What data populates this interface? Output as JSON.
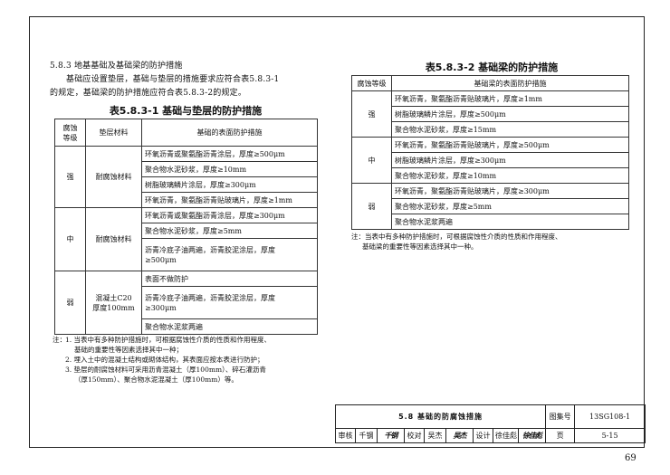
{
  "section": {
    "heading": "5.8.3 地基基础及基础梁的防护措施",
    "para_line1": "基础应设置垫层，基础与垫层的措施要求应符合表5.8.3-1",
    "para_line2": "的规定，基础梁的防护措施应符合表5.8.3-2的规定。"
  },
  "table1": {
    "title": "表5.8.3-1 基础与垫层的防护措施",
    "header": {
      "level_l1": "腐蚀",
      "level_l2": "等级",
      "material": "垫层材料",
      "measure": "基础的表面防护措施"
    },
    "strong": {
      "level": "强",
      "material": "耐腐蚀材料",
      "items": [
        "环氧沥青或聚氨酯沥青涂层，厚度≥500μm",
        "聚合物水泥砂浆，厚度≥10mm",
        "树脂玻璃鳞片涂层，厚度≥300μm",
        "环氧沥青，聚氨酯沥青贴玻璃片，厚度≥1mm"
      ]
    },
    "medium": {
      "level": "中",
      "material": "耐腐蚀材料",
      "items": [
        "环氧沥青或聚氨酯沥青涂层，厚度≥300μm",
        "聚合物水泥砂浆，厚度≥5mm"
      ],
      "item3_l1": "沥青冷底子油两遍，沥青胶泥涂层，厚度",
      "item3_l2": "≥500μm"
    },
    "weak": {
      "level": "弱",
      "material_l1": "混凝土C20",
      "material_l2": "厚度100mm",
      "item1": "表面不做防护",
      "item2_l1": "沥青冷底子油两遍，沥青胶泥涂层，厚度",
      "item2_l2": "≥300μm",
      "item3": "聚合物水泥浆两遍"
    }
  },
  "notes1": {
    "label": "注：",
    "lines": [
      "1. 当表中有多种防护措施时，可根据腐蚀性介质的性质和作用程度、",
      "   基础的重要性等因素选择其中一种；",
      "2. 埋入土中的混凝土结构或砌体结构，其表面应按本表进行防护；",
      "3. 垫层的耐腐蚀材料可采用沥青混凝土（厚100mm）、碎石灌沥青",
      "   （厚150mm）、聚合物水泥混凝土（厚100mm）等。"
    ]
  },
  "table2": {
    "title": "表5.8.3-2 基础梁的防护措施",
    "header": {
      "level": "腐蚀等级",
      "measure": "基础梁的表面防护措施"
    },
    "strong": {
      "level": "强",
      "items": [
        "环氧沥青，聚氨酯沥青贴玻璃片，厚度≥1mm",
        "树脂玻璃鳞片涂层，厚度≥500μm",
        "聚合物水泥砂浆，厚度≥15mm"
      ]
    },
    "medium": {
      "level": "中",
      "items": [
        "环氧沥青，聚氨酯沥青贴玻璃片，厚度≥500μm",
        "树脂玻璃鳞片涂层，厚度≥300μm",
        "聚合物水泥砂浆，厚度≥10mm"
      ]
    },
    "weak": {
      "level": "弱",
      "items": [
        "环氧沥青，聚氨酯沥青贴玻璃片，厚度≥300μm",
        "聚合物水泥砂浆，厚度≥5mm",
        "聚合物水泥浆两遍"
      ]
    }
  },
  "notes2": {
    "line1": "注：当表中有多种防护措施时，可根据腐蚀性介质的性质和作用程度、",
    "line2": "基础梁的重要性等因素选择其中一种。"
  },
  "footer": {
    "title": "5.8 基础的防腐蚀措施",
    "atlas_label": "图集号",
    "atlas_no": "13SG108-1",
    "review_label": "审核",
    "reviewer": "千钢",
    "reviewer_sig": "千钢",
    "check_label": "校对",
    "checker": "吴杰",
    "checker_sig": "吴杰",
    "design_label": "设计",
    "designer": "徐佳彪",
    "designer_sig": "徐佳彪",
    "page_label": "页",
    "page_no": "5-15"
  },
  "page_number": "69"
}
